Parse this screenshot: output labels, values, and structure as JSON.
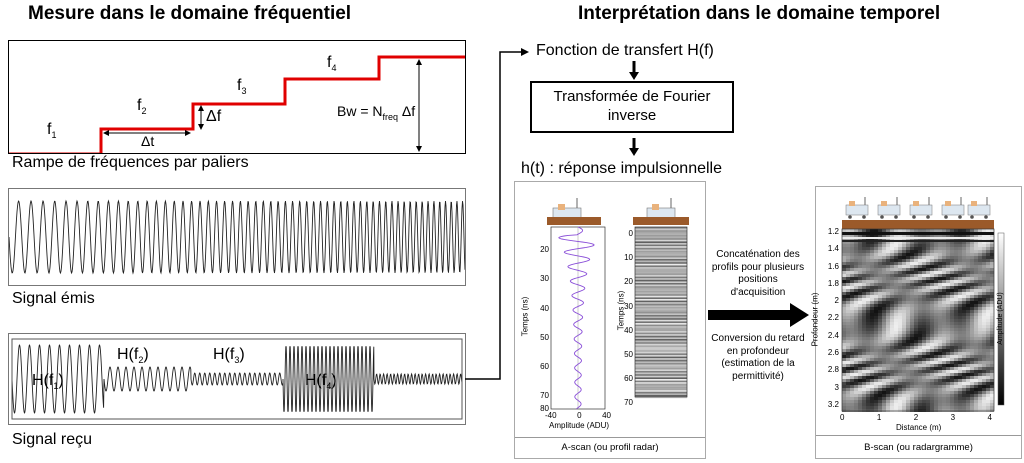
{
  "left": {
    "title": "Mesure dans le domaine fréquentiel",
    "ramp": {
      "caption": "Rampe de fréquences par paliers",
      "f1": "f",
      "f1_sub": "1",
      "f2": "f",
      "f2_sub": "2",
      "f3": "f",
      "f3_sub": "3",
      "f4": "f",
      "f4_sub": "4",
      "delta_t": "Δt",
      "delta_f": "Δf",
      "bw_prefix": "Bw = N",
      "bw_sub": "freq",
      "bw_suffix": " Δf",
      "line_color": "#e00000"
    },
    "emitted": {
      "caption": "Signal émis"
    },
    "received": {
      "caption": "Signal reçu",
      "h1": "H(f",
      "h1_sub": "1",
      "h1_end": ")",
      "h2": "H(f",
      "h2_sub": "2",
      "h2_end": ")",
      "h3": "H(f",
      "h3_sub": "3",
      "h3_end": ")",
      "h4": "H(f",
      "h4_sub": "4",
      "h4_end": ")"
    }
  },
  "right": {
    "title": "Interprétation dans le domaine temporel",
    "transfer_function": "Fonction de transfert H(f)",
    "ifft_box_line1": "Transformée de Fourier",
    "ifft_box_line2": "inverse",
    "impulse_response": "h(t) : réponse impulsionnelle",
    "concat_note": [
      "Concaténation des",
      "profils pour plusieurs",
      "positions",
      "d'acquisition"
    ],
    "conversion_note": [
      "Conversion du retard",
      "en profondeur",
      "(estimation de la",
      "permittivité)"
    ],
    "ascan": {
      "caption": "A-scan (ou profil radar)",
      "ylabel": "Temps (ns)",
      "xlabel": "Amplitude (ADU)",
      "yticks": [
        "20",
        "30",
        "40",
        "50",
        "60",
        "70",
        "80"
      ],
      "xticks": [
        "-40",
        "0",
        "40"
      ],
      "trace_color": "#8a4fd8"
    },
    "profile": {
      "ylabel": "Temps (ns)",
      "yticks": [
        "0",
        "10",
        "20",
        "30",
        "40",
        "50",
        "60",
        "70"
      ]
    },
    "bscan": {
      "caption": "B-scan (ou radargramme)",
      "ylabel": "Profondeur (m)",
      "xlabel": "Distance (m)",
      "colorbar_label": "Amplitude (ADU)",
      "yticks": [
        "1.2",
        "1.4",
        "1.6",
        "1.8",
        "2",
        "2.2",
        "2.4",
        "2.6",
        "2.8",
        "3",
        "3.2"
      ],
      "xticks": [
        "0",
        "1",
        "2",
        "3",
        "4"
      ]
    },
    "ground_color": "#9b5a2a"
  }
}
